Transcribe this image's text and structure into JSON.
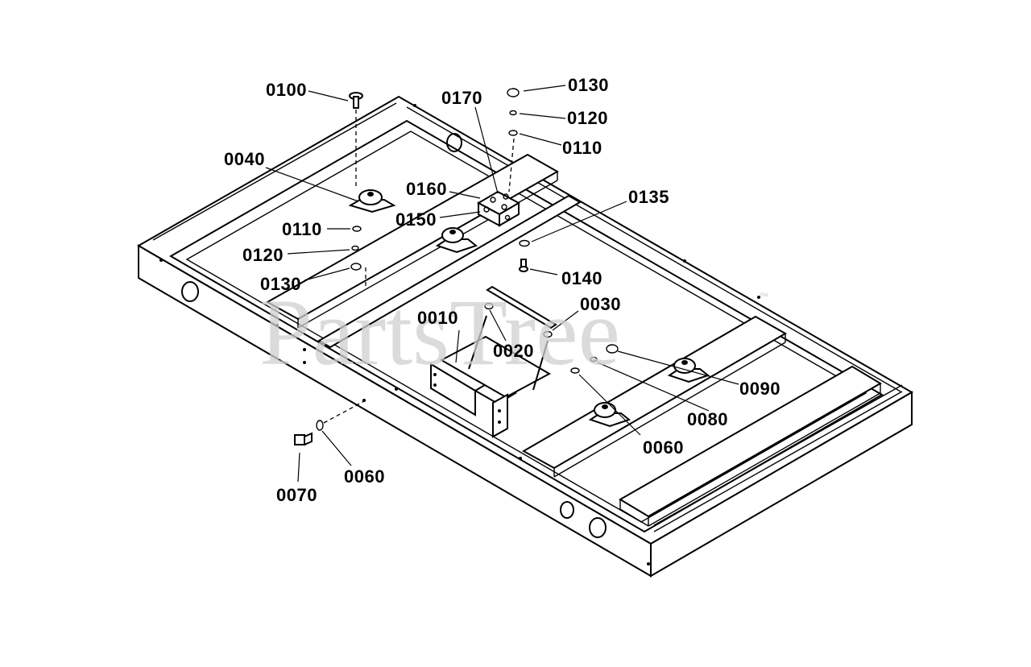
{
  "watermark": {
    "text": "PartsTree",
    "trademark": "™"
  },
  "callouts": [
    {
      "id": "c0100",
      "text": "0100"
    },
    {
      "id": "c0170",
      "text": "0170"
    },
    {
      "id": "c0130_top",
      "text": "0130"
    },
    {
      "id": "c0120_top",
      "text": "0120"
    },
    {
      "id": "c0110_top",
      "text": "0110"
    },
    {
      "id": "c0040",
      "text": "0040"
    },
    {
      "id": "c0160",
      "text": "0160"
    },
    {
      "id": "c0150",
      "text": "0150"
    },
    {
      "id": "c0135",
      "text": "0135"
    },
    {
      "id": "c0110_left",
      "text": "0110"
    },
    {
      "id": "c0120_left",
      "text": "0120"
    },
    {
      "id": "c0130_left",
      "text": "0130"
    },
    {
      "id": "c0140",
      "text": "0140"
    },
    {
      "id": "c0030",
      "text": "0030"
    },
    {
      "id": "c0010",
      "text": "0010"
    },
    {
      "id": "c0020",
      "text": "0020"
    },
    {
      "id": "c0090",
      "text": "0090"
    },
    {
      "id": "c0080",
      "text": "0080"
    },
    {
      "id": "c0060_right",
      "text": "0060"
    },
    {
      "id": "c0060_left",
      "text": "0060"
    },
    {
      "id": "c0070",
      "text": "0070"
    }
  ]
}
